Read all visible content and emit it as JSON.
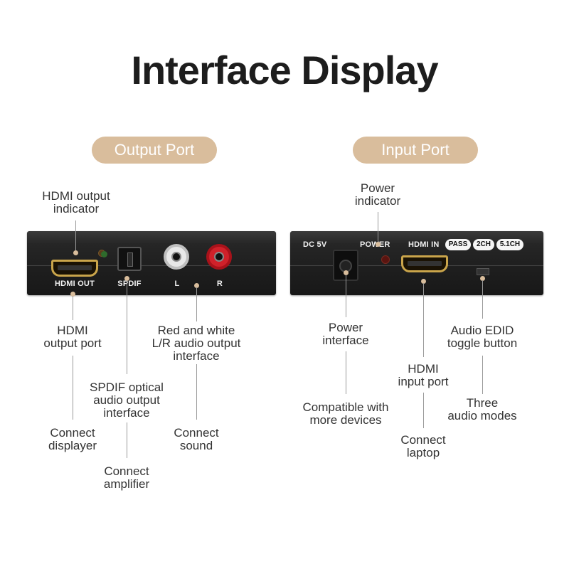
{
  "title": "Interface Display",
  "badges": {
    "output": "Output Port",
    "input": "Input Port"
  },
  "output_device": {
    "hdmi_label": "HDMI OUT",
    "spdif_label": "SPDIF",
    "left_label": "L",
    "right_label": "R"
  },
  "input_device": {
    "dc_label": "DC 5V",
    "power_label": "POWER",
    "hdmi_label": "HDMI IN",
    "modes": [
      "PASS",
      "2CH",
      "5.1CH"
    ]
  },
  "labels": {
    "hdmi_indicator": "HDMI output\nindicator",
    "hdmi_output_port": "HDMI\noutput port",
    "spdif_interface": "SPDIF optical\naudio output\ninterface",
    "rca_interface": "Red and white\nL/R audio output\ninterface",
    "connect_displayer": "Connect\ndisplayer",
    "connect_amplifier": "Connect\namplifier",
    "connect_sound": "Connect\nsound",
    "power_indicator": "Power\nindicator",
    "power_interface": "Power\ninterface",
    "compatible": "Compatible with\nmore devices",
    "hdmi_input_port": "HDMI\ninput port",
    "connect_laptop": "Connect\nlaptop",
    "edid_toggle": "Audio EDID\ntoggle button",
    "audio_modes": "Three\naudio modes"
  },
  "colors": {
    "accent": "#d9bd9c",
    "hdmi_gold": "#caa54b",
    "rca_red": "#d0212a",
    "rca_white": "#e8e8e8",
    "led_green": "#2e6b2c",
    "led_red": "#5a1410"
  }
}
